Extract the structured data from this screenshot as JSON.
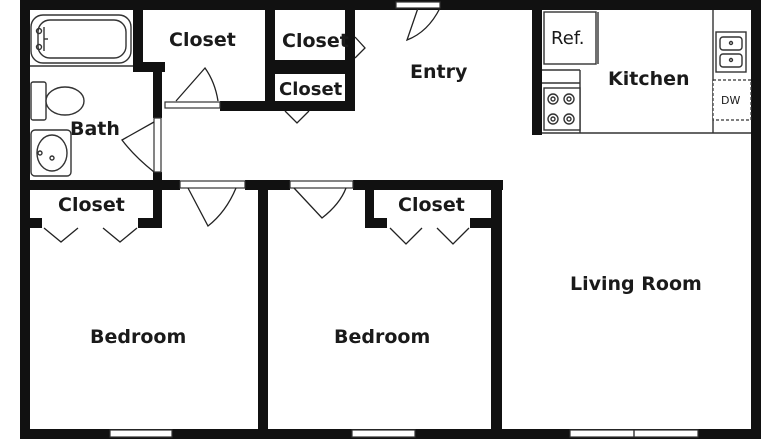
{
  "rooms": {
    "bath": "Bath",
    "closet_bath": "Closet",
    "closet_top_mid": "Closet",
    "closet_small": "Closet",
    "entry": "Entry",
    "refrigerator": "Ref.",
    "kitchen": "Kitchen",
    "dishwasher": "DW",
    "living_room": "Living Room",
    "closet_bed1": "Closet",
    "closet_bed2": "Closet",
    "bedroom1": "Bedroom",
    "bedroom2": "Bedroom"
  },
  "colors": {
    "wall": "#111111",
    "background": "#ffffff"
  }
}
